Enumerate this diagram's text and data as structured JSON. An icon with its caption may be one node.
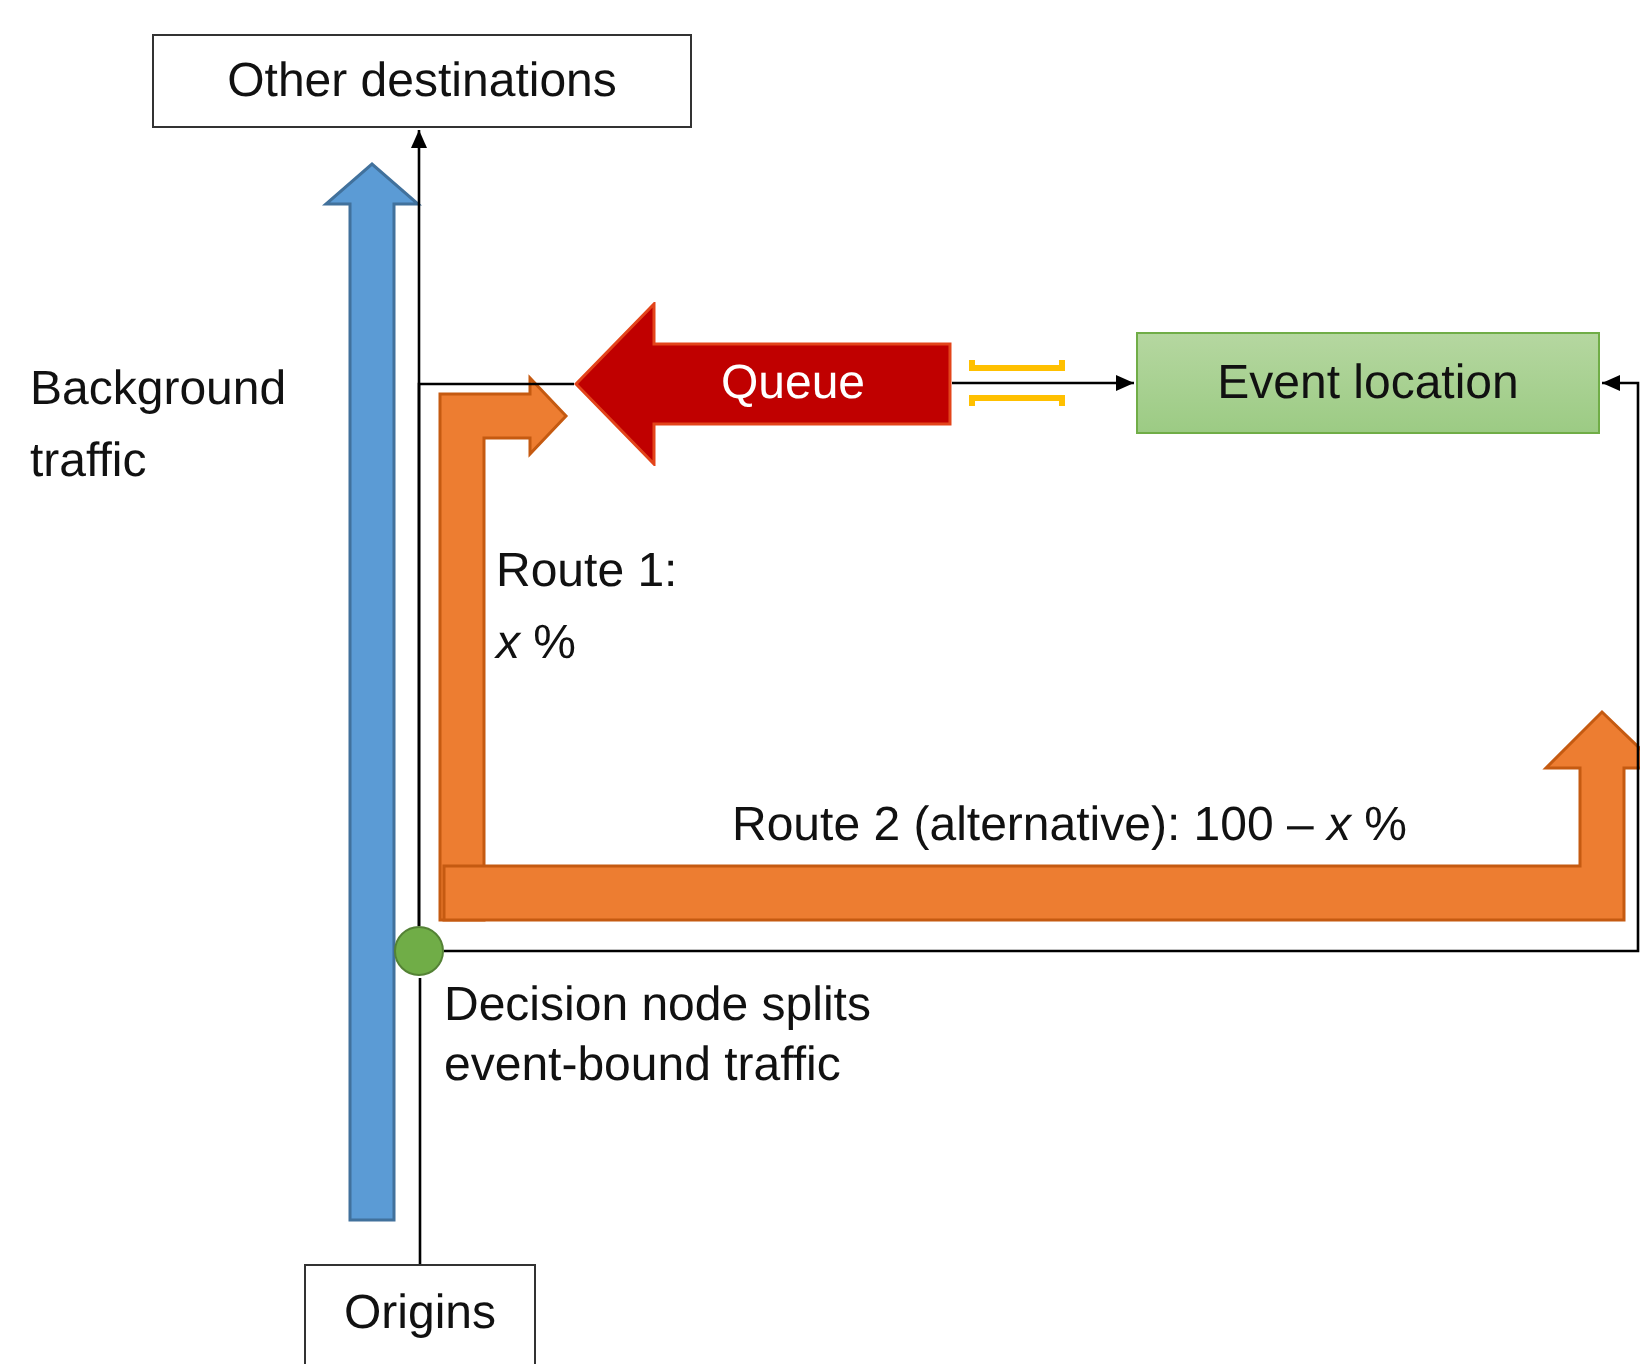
{
  "diagram": {
    "nodes": [
      {
        "text": [
          "Other destinations"
        ]
      },
      {
        "text": [
          "Queue"
        ]
      },
      {
        "text": [
          "Event location"
        ]
      },
      {
        "text": [
          "Origins"
        ]
      },
      {
        "text": [],
        "shape": "circle",
        "beside": [
          "Decision node splits event-bound traffic"
        ]
      }
    ],
    "edges": [
      {
        "from": 3,
        "to": 4,
        "arrow": "none"
      },
      {
        "from": 4,
        "to": 0,
        "arrow": "to"
      },
      {
        "from": 4,
        "to": 1,
        "arrow": "none"
      },
      {
        "from": 1,
        "to": 2,
        "arrow": "to"
      },
      {
        "from": 4,
        "to": 2,
        "arrow": "to"
      }
    ],
    "labels": [
      "Background traffic",
      "Route 1: *x* %",
      "Route 2 (alternative): 100 – *x* %"
    ]
  }
}
